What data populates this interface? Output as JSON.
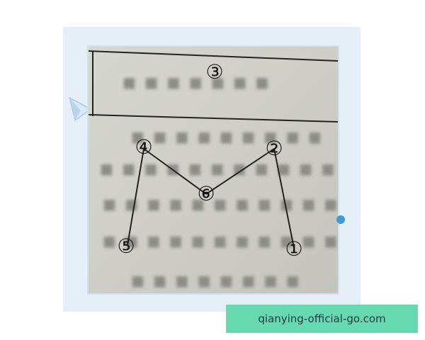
{
  "labels": {
    "n1": "①",
    "n2": "②",
    "n3": "③",
    "n4": "④",
    "n5": "⑤",
    "n6": "⑥"
  },
  "footer": {
    "text": "qianying-official-go.com"
  },
  "colors": {
    "frame_bg": "#e6eef7",
    "paper": "#d2d2cb",
    "footer_bg": "#66d9b0",
    "accent_dot": "#3a9bd8"
  }
}
